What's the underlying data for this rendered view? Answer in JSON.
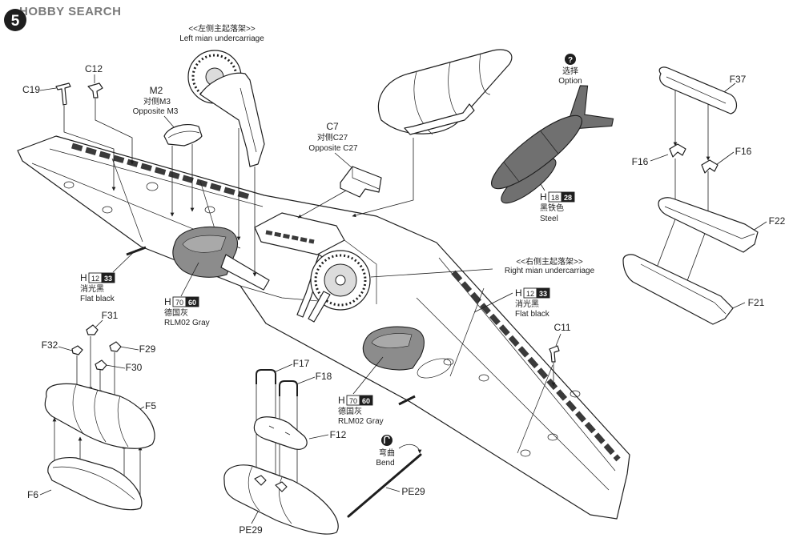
{
  "step": {
    "number": "5"
  },
  "watermark": {
    "logo_text": "HOBBY SEARCH"
  },
  "undercarriage": {
    "left": {
      "zh": "<<左侧主起落架>>",
      "en": "Left mian undercarriage"
    },
    "right": {
      "zh": "<<右侧主起落架>>",
      "en": "Right mian undercarriage"
    }
  },
  "parts": {
    "c19": "C19",
    "c12": "C12",
    "c11": "C11",
    "m2": {
      "id": "M2",
      "zh": "对侧M3",
      "en": "Opposite M3"
    },
    "c7": {
      "id": "C7",
      "zh": "对侧C27",
      "en": "Opposite C27"
    },
    "f37": "F37",
    "f16_left": "F16",
    "f16_right": "F16",
    "f22": "F22",
    "f21": "F21",
    "f31": "F31",
    "f32": "F32",
    "f29": "F29",
    "f30": "F30",
    "f5": "F5",
    "f6": "F6",
    "f17": "F17",
    "f18": "F18",
    "f12": "F12",
    "pe29_tank": "PE29",
    "pe29_rod": "PE29"
  },
  "paints": {
    "steel": {
      "brand": "H",
      "code": "18",
      "number": "28",
      "zh": "黑铁色",
      "en": "Steel"
    },
    "flat_black_left": {
      "brand": "H",
      "code": "12",
      "number": "33",
      "zh": "消光黑",
      "en": "Flat black"
    },
    "rlm02_left": {
      "brand": "H",
      "code": "70",
      "number": "60",
      "zh": "德国灰",
      "en": "RLM02 Gray"
    },
    "flat_black_right": {
      "brand": "H",
      "code": "12",
      "number": "33",
      "zh": "消光黑",
      "en": "Flat black"
    },
    "rlm02_center": {
      "brand": "H",
      "code": "70",
      "number": "60",
      "zh": "德国灰",
      "en": "RLM02 Gray"
    }
  },
  "symbols": {
    "option": {
      "icon": "question-icon",
      "glyph": "?",
      "zh": "选择",
      "en": "Option"
    },
    "bend": {
      "icon": "bend-icon",
      "zh": "弯曲",
      "en": "Bend"
    }
  },
  "colors": {
    "ink": "#1e1e1e",
    "wheel_well_gray": "#8c8c8c",
    "steel_part": "#707070",
    "paint_number_box": "#1e1e1e",
    "watermark": "#7a7a7a"
  }
}
